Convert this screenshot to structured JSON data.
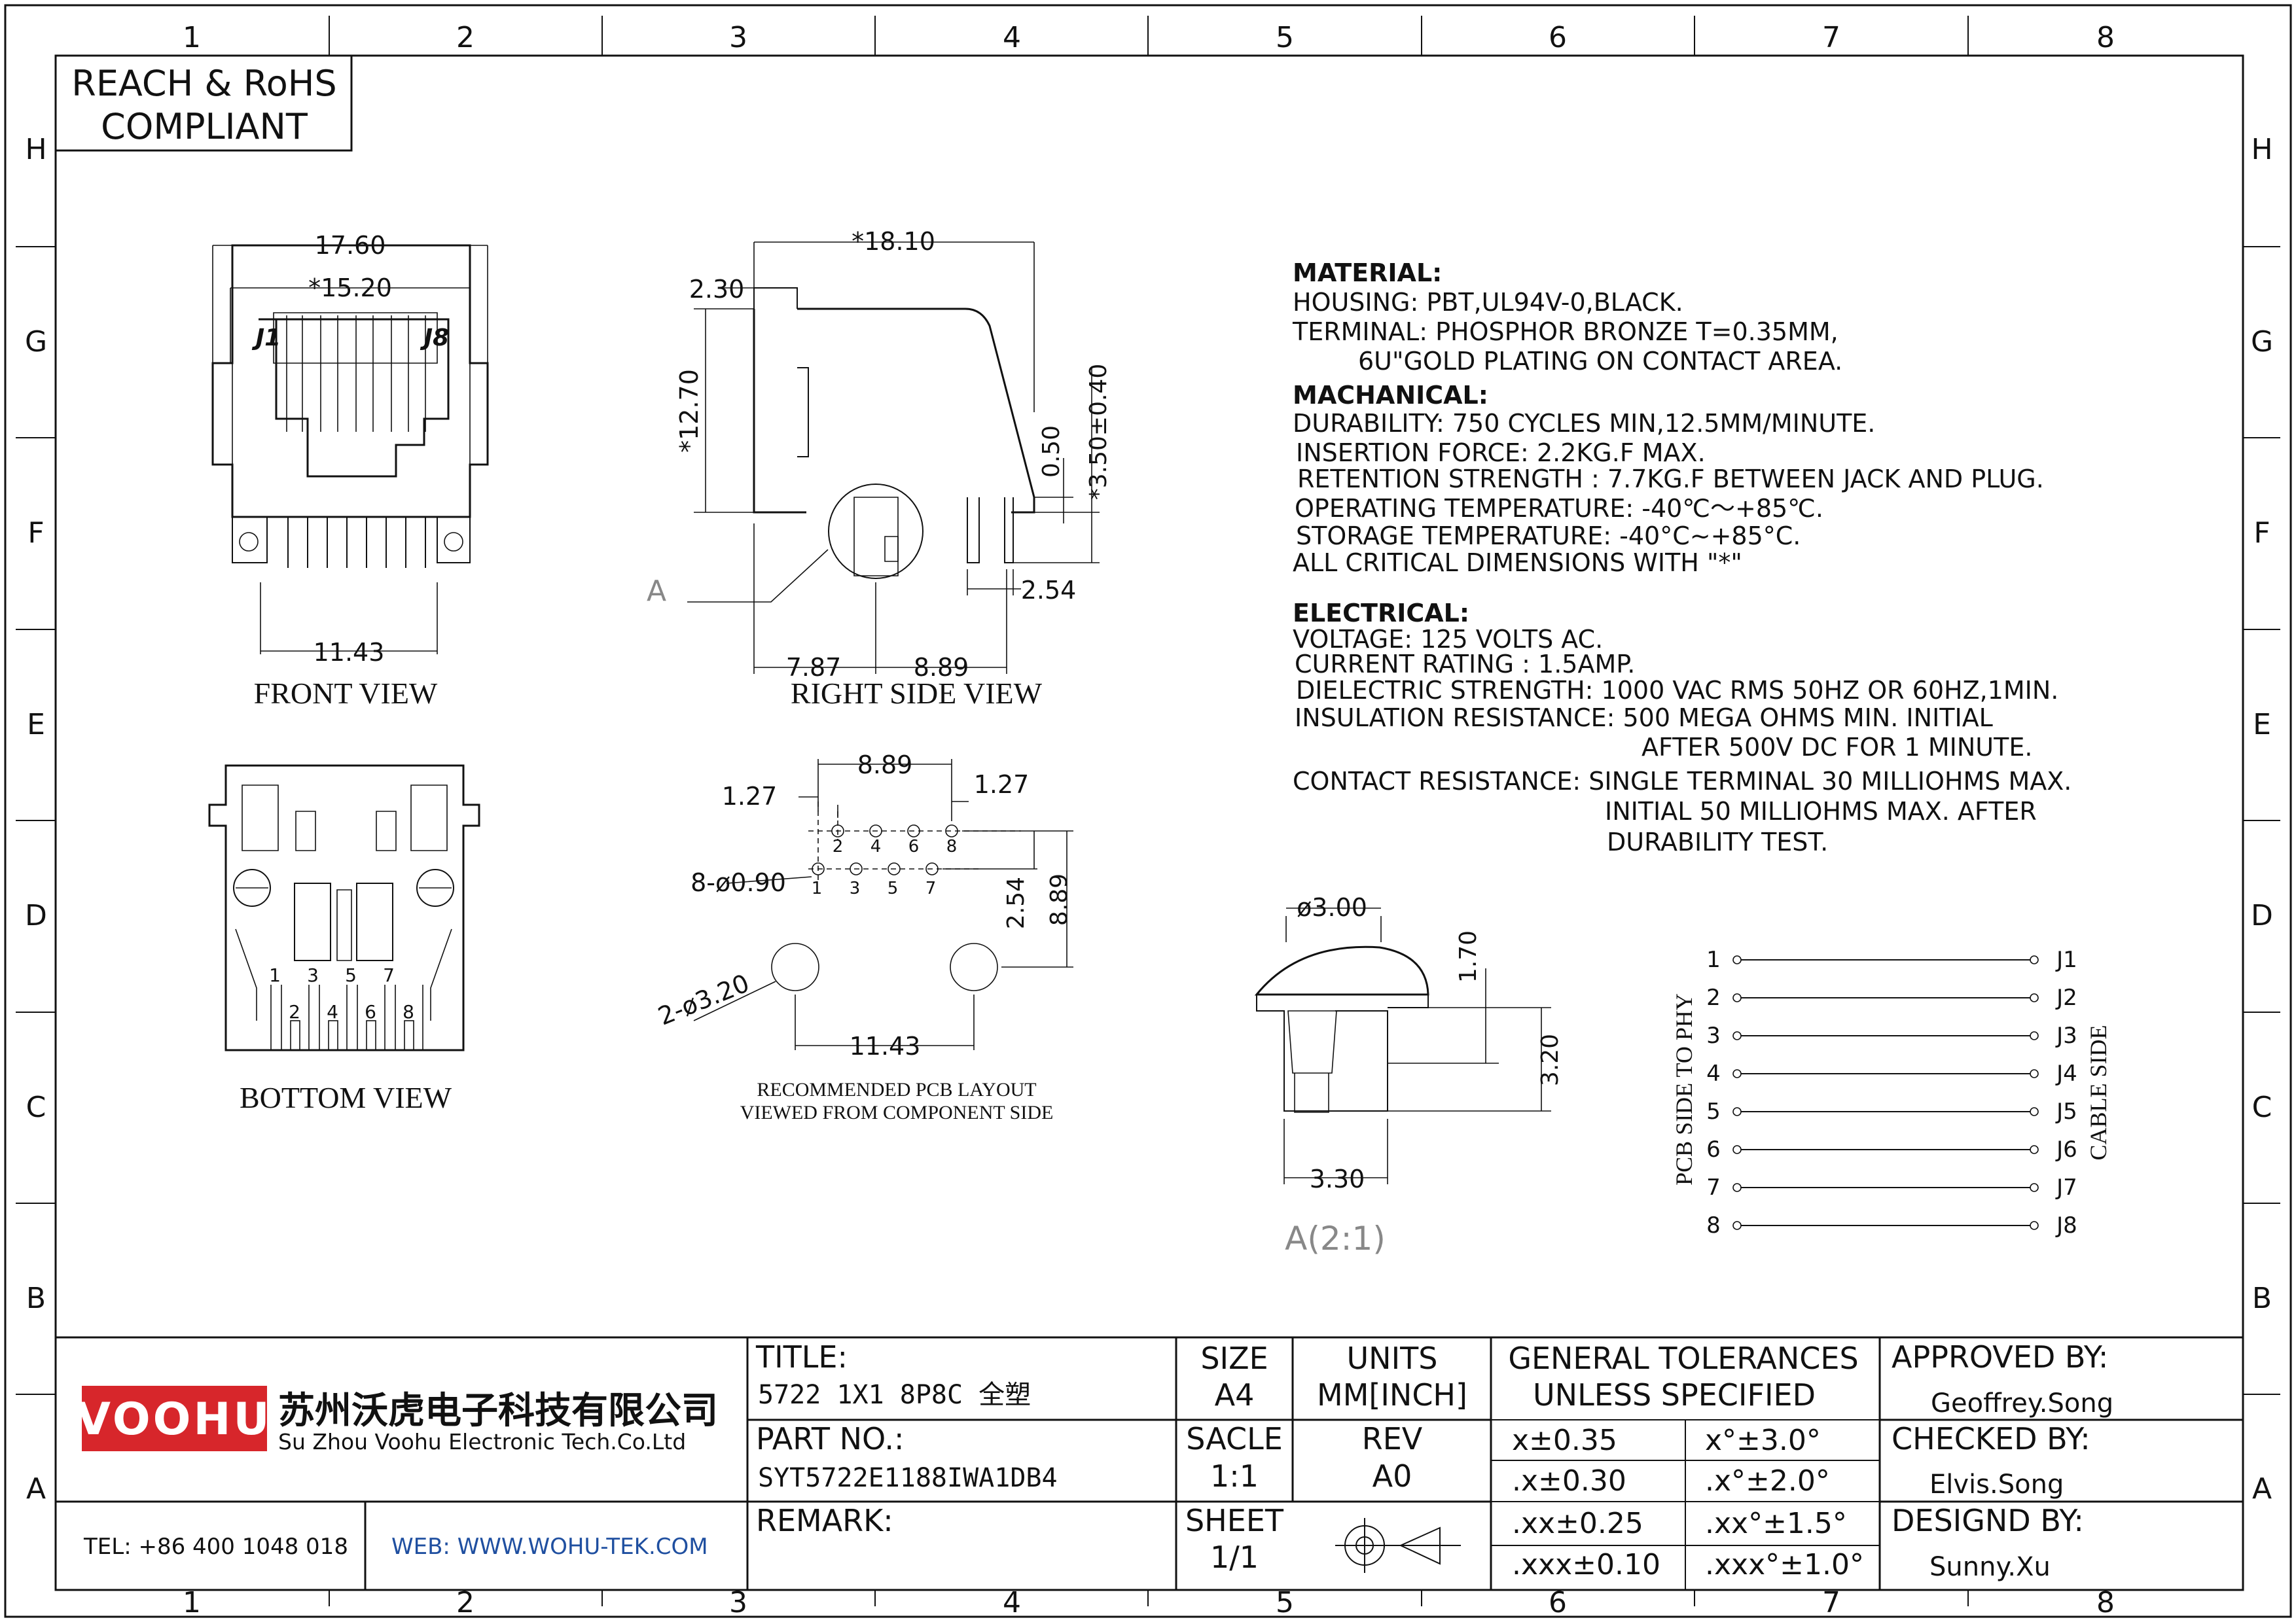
{
  "zones": {
    "columns": [
      "1",
      "2",
      "3",
      "4",
      "5",
      "6",
      "7",
      "8"
    ],
    "rows": [
      "H",
      "G",
      "F",
      "E",
      "D",
      "C",
      "B",
      "A"
    ]
  },
  "compliance": [
    "REACH & RoHS",
    "COMPLIANT"
  ],
  "views": {
    "front": {
      "caption": "FRONT VIEW",
      "dims": [
        "17.60",
        "*15.20",
        "11.43"
      ],
      "pin_labels": [
        "J1",
        "J8"
      ]
    },
    "right_side": {
      "caption": "RIGHT SIDE VIEW",
      "dims": [
        "*18.10",
        "2.30",
        "*12.70",
        "0.50",
        "*3.50±0.40",
        "2.54",
        "7.87",
        "8.89"
      ],
      "detail_ref": "A"
    },
    "bottom": {
      "caption": "BOTTOM VIEW",
      "pins_top": [
        "1",
        "3",
        "5",
        "7"
      ],
      "pins_bottom": [
        "2",
        "4",
        "6",
        "8"
      ]
    },
    "pcb_layout": {
      "caption": [
        "RECOMMENDED PCB LAYOUT",
        "VIEWED FROM COMPONENT SIDE"
      ],
      "dims": [
        "8.89",
        "1.27",
        "1.27",
        "8-ø0.90",
        "2.54",
        "8.89",
        "2-ø3.20",
        "11.43"
      ],
      "holes_top": [
        "2",
        "4",
        "6",
        "8"
      ],
      "holes_bottom": [
        "1",
        "3",
        "5",
        "7"
      ]
    },
    "detail_a": {
      "caption": "A(2:1)",
      "dims": [
        "ø3.00",
        "1.70",
        "3.20",
        "3.30"
      ]
    },
    "wiring": {
      "left_label": "PCB SIDE TO PHY",
      "right_label": "CABLE SIDE",
      "left_pins": [
        "1",
        "2",
        "3",
        "4",
        "5",
        "6",
        "7",
        "8"
      ],
      "right_pins": [
        "J1",
        "J2",
        "J3",
        "J4",
        "J5",
        "J6",
        "J7",
        "J8"
      ]
    }
  },
  "specs": {
    "material": {
      "heading": "MATERIAL:",
      "lines": [
        "HOUSING: PBT,UL94V-0,BLACK.",
        "TERMINAL: PHOSPHOR BRONZE T=0.35MM,",
        "6U\"GOLD PLATING ON CONTACT AREA."
      ]
    },
    "mechanical": {
      "heading": "MACHANICAL:",
      "lines": [
        "DURABILITY: 750 CYCLES MIN,12.5MM/MINUTE.",
        "INSERTION FORCE: 2.2KG.F MAX.",
        "RETENTION STRENGTH : 7.7KG.F BETWEEN JACK AND PLUG.",
        "OPERATING TEMPERATURE: -40℃～+85℃.",
        "STORAGE TEMPERATURE: -40°C~+85°C.",
        "ALL CRITICAL DIMENSIONS WITH \"*\""
      ]
    },
    "electrical": {
      "heading": "ELECTRICAL:",
      "lines": [
        "VOLTAGE: 125 VOLTS AC.",
        "CURRENT RATING : 1.5AMP.",
        "DIELECTRIC STRENGTH: 1000 VAC RMS 50HZ OR 60HZ,1MIN.",
        "INSULATION RESISTANCE: 500 MEGA OHMS MIN. INITIAL",
        "AFTER 500V DC FOR 1 MINUTE.",
        "CONTACT RESISTANCE: SINGLE TERMINAL 30 MILLIOHMS MAX.",
        "INITIAL 50 MILLIOHMS MAX. AFTER",
        "DURABILITY TEST."
      ]
    }
  },
  "title_block": {
    "logo": "VOOHU",
    "company_cn": "苏州沃虎电子科技有限公司",
    "company_en": "Su Zhou Voohu Electronic Tech.Co.Ltd",
    "tel": "TEL: +86 400 1048 018",
    "web": "WEB: WWW.WOHU-TEK.COM",
    "title_label": "TITLE:",
    "title_value": "5722 1X1 8P8C 全塑",
    "part_label": "PART NO.:",
    "part_value": "SYT5722E1188IWA1DB4",
    "remark_label": "REMARK:",
    "size_label": "SIZE",
    "size_value": "A4",
    "units_label": "UNITS",
    "units_value": "MM[INCH]",
    "scale_label": "SACLE",
    "scale_value": "1:1",
    "rev_label": "REV",
    "rev_value": "A0",
    "sheet_label": "SHEET",
    "sheet_value": "1/1",
    "tolerance_title": [
      "GENERAL TOLERANCES",
      "UNLESS SPECIFIED"
    ],
    "tolerances": [
      [
        "x±0.35",
        "x°±3.0°"
      ],
      [
        ".x±0.30",
        ".x°±2.0°"
      ],
      [
        ".xx±0.25",
        ".xx°±1.5°"
      ],
      [
        ".xxx±0.10",
        ".xxx°±1.0°"
      ]
    ],
    "approved_label": "APPROVED BY:",
    "approved_value": "Geoffrey.Song",
    "checked_label": "CHECKED BY:",
    "checked_value": "Elvis.Song",
    "designed_label": "DESIGND BY:",
    "designed_value": "Sunny.Xu"
  },
  "colors": {
    "logo_red": "#d7262b",
    "web_blue": "#1f4fa0"
  }
}
